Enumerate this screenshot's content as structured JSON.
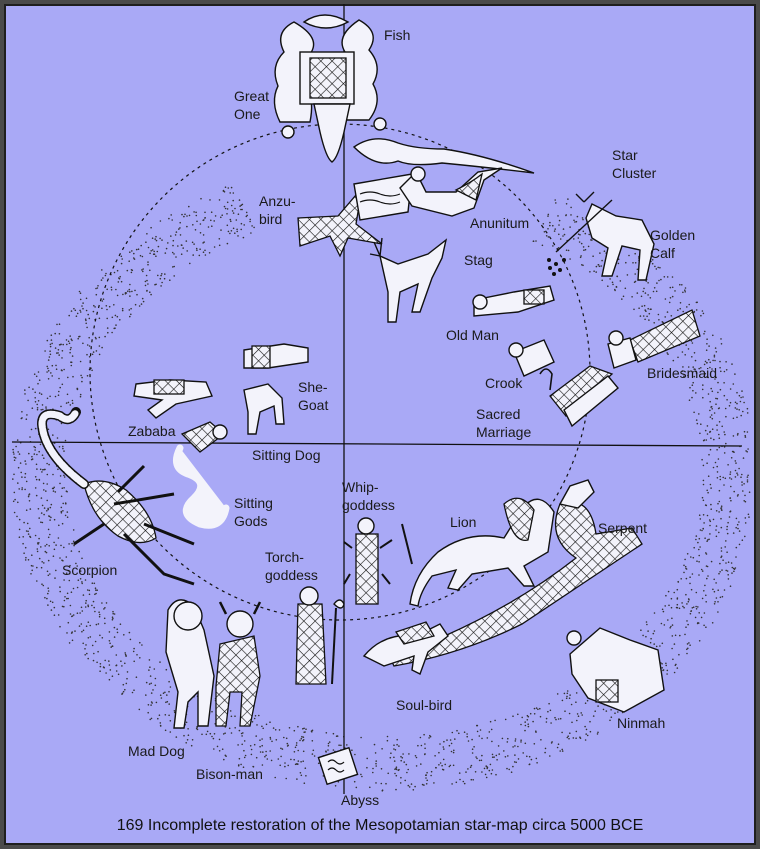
{
  "labels": {
    "fish": "Fish",
    "great_one": [
      "Great",
      "One"
    ],
    "anzu_bird": [
      "Anzu-",
      "bird"
    ],
    "anunitum": "Anunitum",
    "star_cluster": [
      "Star",
      "Cluster"
    ],
    "golden_calf": [
      "Golden",
      "Calf"
    ],
    "stag": "Stag",
    "old_man": "Old Man",
    "crook": "Crook",
    "bridesmaid": "Bridesmaid",
    "sacred_marriage": [
      "Sacred",
      "Marriage"
    ],
    "she_goat": [
      "She-",
      "Goat"
    ],
    "zababa": "Zababa",
    "sitting_dog": "Sitting Dog",
    "sitting_gods": [
      "Sitting",
      "Gods"
    ],
    "whip_goddess": [
      "Whip-",
      "goddess"
    ],
    "lion": "Lion",
    "serpent": "Serpent",
    "torch_goddess": [
      "Torch-",
      "goddess"
    ],
    "scorpion": "Scorpion",
    "soul_bird": "Soul-bird",
    "ninmah": "Ninmah",
    "mad_dog": "Mad Dog",
    "bison_man": "Bison-man",
    "abyss": "Abyss"
  },
  "caption": "169 Incomplete restoration of the Mesopotamian star-map circa 5000 BCE",
  "colors": {
    "background": "#a9a9f6",
    "ink": "#111111",
    "frame": "#4a4a4a"
  }
}
